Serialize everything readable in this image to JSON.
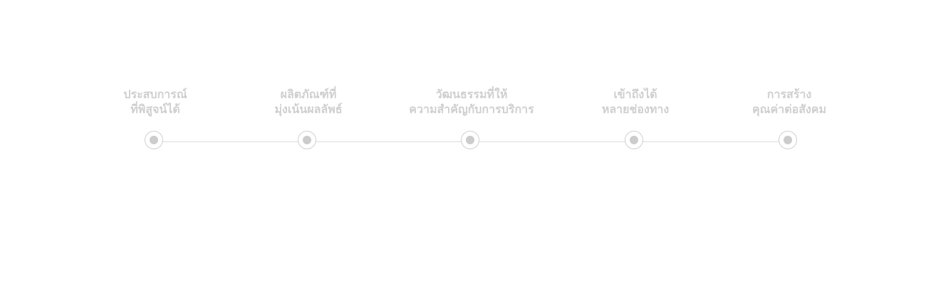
{
  "timeline": {
    "steps": [
      {
        "line1": "ประสบการณ์",
        "line2": "ที่พิสูจน์ได้"
      },
      {
        "line1": "ผลิตภัณฑ์ที่",
        "line2": "มุ่งเน้นผลลัพธ์"
      },
      {
        "line1": "วัฒนธรรมที่ให้",
        "line2": "ความสำคัญกับการบริการ"
      },
      {
        "line1": "เข้าถึงได้",
        "line2": "หลายช่องทาง"
      },
      {
        "line1": "การสร้าง",
        "line2": "คุณค่าต่อสังคม"
      }
    ],
    "colors": {
      "label": "#cfcfcf",
      "line": "#dddddd",
      "node_border": "#d0d0d0",
      "node_dot": "#cccccc"
    }
  }
}
